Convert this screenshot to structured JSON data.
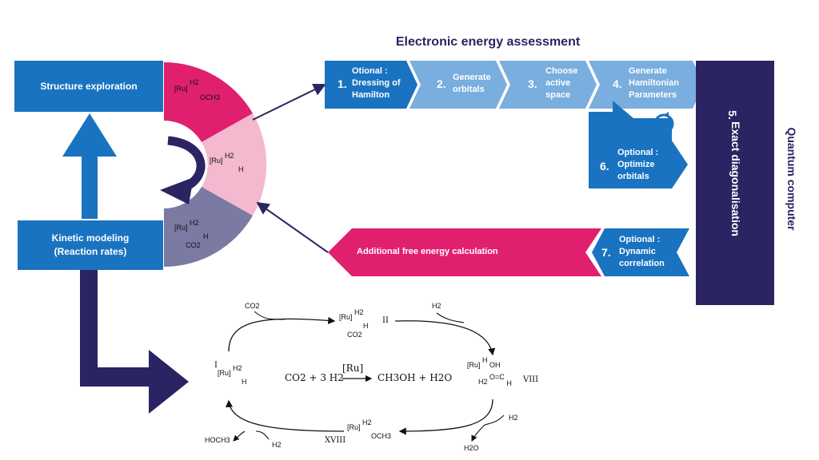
{
  "title": "Electronic energy assessment",
  "left": {
    "structure_exploration": "Structure exploration",
    "kinetic_modeling_1": "Kinetic modeling",
    "kinetic_modeling_2": "(Reaction rates)"
  },
  "wheel": {
    "top": {
      "l1": "[Ru]",
      "l2": "H2",
      "l3": "OCH3"
    },
    "middle": {
      "l1": "[Ru]",
      "l2": "H2",
      "l3": "H"
    },
    "bottom": {
      "l1": "[Ru]",
      "l2": "H2",
      "l3": "H",
      "l4": "CO2"
    }
  },
  "steps": [
    {
      "num": "1.",
      "l1": "Otional :",
      "l2": "Dressing of",
      "l3": "Hamilton"
    },
    {
      "num": "2.",
      "l1": "Generate",
      "l2": "orbitals"
    },
    {
      "num": "3.",
      "l1": "Choose",
      "l2": "active",
      "l3": "space"
    },
    {
      "num": "4.",
      "l1": "Generate",
      "l2": "Hamiltonian",
      "l3": "Parameters"
    },
    {
      "num": "6.",
      "l1": "Optional :",
      "l2": "Optimize",
      "l3": "orbitals"
    },
    {
      "num": "7.",
      "l1": "Optional :",
      "l2": "Dynamic",
      "l3": "correlation"
    }
  ],
  "exact": {
    "num": "5.",
    "label": "Exact diagonalisation"
  },
  "quantum": "Quantum computer",
  "free_energy": "Additional free energy calculation",
  "cycle": {
    "center_left": "CO2 + 3 H2",
    "catalyst": "[Ru]",
    "center_right": "CH3OH + H2O",
    "I": "I",
    "II": "II",
    "VIII": "VIII",
    "XVIII": "XVIII",
    "co2_in": "CO2",
    "h2_in_top": "H2",
    "h2_in_right": "H2",
    "h2o_out": "H2O",
    "hoch3_out": "HOCH3",
    "h2_in_left": "H2",
    "mol_I_1": "[Ru]",
    "mol_I_2": "H2",
    "mol_I_3": "H",
    "mol_II_1": "[Ru]",
    "mol_II_2": "H2",
    "mol_II_3": "H",
    "mol_II_4": "CO2",
    "mol_VIII_1": "[Ru]",
    "mol_VIII_2": "H",
    "mol_VIII_3": "OH",
    "mol_VIII_4": "H2",
    "mol_VIII_5": "O=C",
    "mol_VIII_6": "H",
    "mol_XVIII_1": "[Ru]",
    "mol_XVIII_2": "H2",
    "mol_XVIII_3": "OCH3"
  },
  "colors": {
    "blue": "#1a73c0",
    "light_blue": "#79aede",
    "navy": "#2b2462",
    "magenta": "#e0206e",
    "pink": "#f4b8cf",
    "slate": "#7a7aa3"
  }
}
